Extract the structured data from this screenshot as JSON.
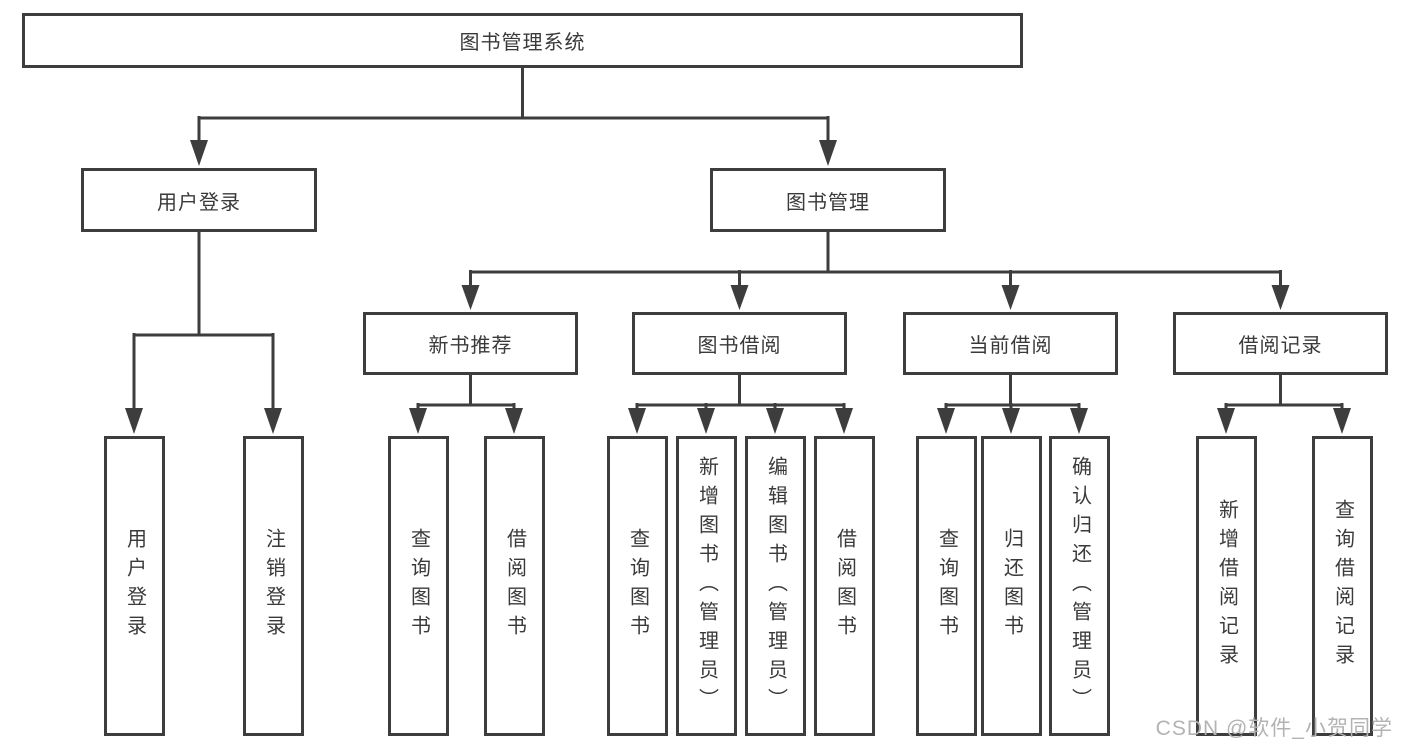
{
  "diagram_title": "图书管理系统",
  "colors": {
    "line": "#3d3d3d",
    "text": "#3a3a3a",
    "box_background": "#ffffff",
    "watermark": "#b3b3b3"
  },
  "tree": {
    "label": "图书管理系统",
    "children": [
      {
        "label": "用户登录",
        "children": [
          {
            "label": "用户登录"
          },
          {
            "label": "注销登录"
          }
        ]
      },
      {
        "label": "图书管理",
        "children": [
          {
            "label": "新书推荐",
            "children": [
              {
                "label": "查询图书"
              },
              {
                "label": "借阅图书"
              }
            ]
          },
          {
            "label": "图书借阅",
            "children": [
              {
                "label": "查询图书"
              },
              {
                "label": "新增图书（管理员）"
              },
              {
                "label": "编辑图书（管理员）"
              },
              {
                "label": "借阅图书"
              }
            ]
          },
          {
            "label": "当前借阅",
            "children": [
              {
                "label": "查询图书"
              },
              {
                "label": "归还图书"
              },
              {
                "label": "确认归还（管理员）"
              }
            ]
          },
          {
            "label": "借阅记录",
            "children": [
              {
                "label": "新增借阅记录"
              },
              {
                "label": "查询借阅记录"
              }
            ]
          }
        ]
      }
    ]
  },
  "watermark": {
    "text": "CSDN @软件_小贺同学"
  }
}
